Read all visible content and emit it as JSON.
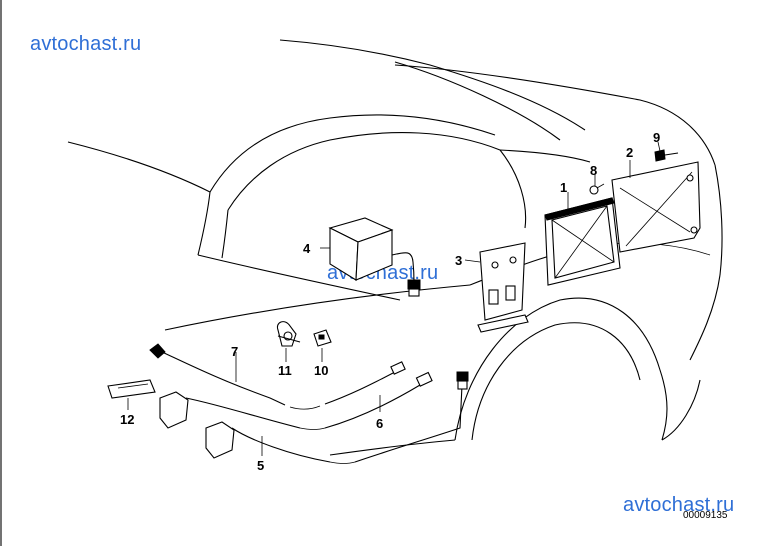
{
  "watermarks": [
    "avtochast.ru",
    "avtochast.ru",
    "avtochast.ru"
  ],
  "diagram_ref": "00009135",
  "callouts": [
    "1",
    "2",
    "3",
    "4",
    "5",
    "6",
    "7",
    "8",
    "9",
    "10",
    "11",
    "12"
  ]
}
